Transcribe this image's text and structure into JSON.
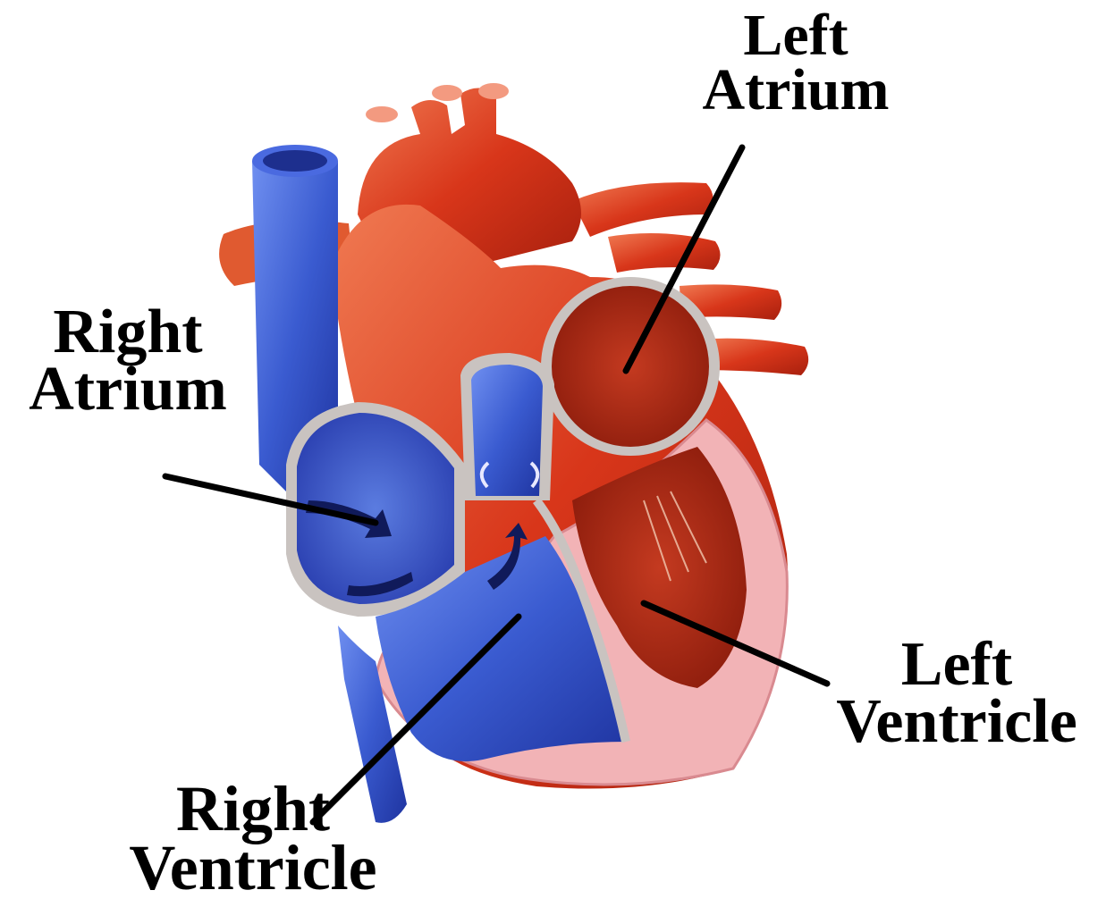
{
  "labels": {
    "left_atrium": [
      "Left",
      "Atrium"
    ],
    "right_atrium": [
      "Right",
      "Atrium"
    ],
    "left_ventricle": [
      "Left",
      "Ventricle"
    ],
    "right_ventricle": [
      "Right",
      "Ventricle"
    ]
  },
  "colors": {
    "deoxygenated": "#2f4fc8",
    "oxygenated": "#d8361a",
    "myocardium": "#f2b3b6",
    "valve_rim": "#c9c3c0",
    "leader_line": "#000000"
  }
}
